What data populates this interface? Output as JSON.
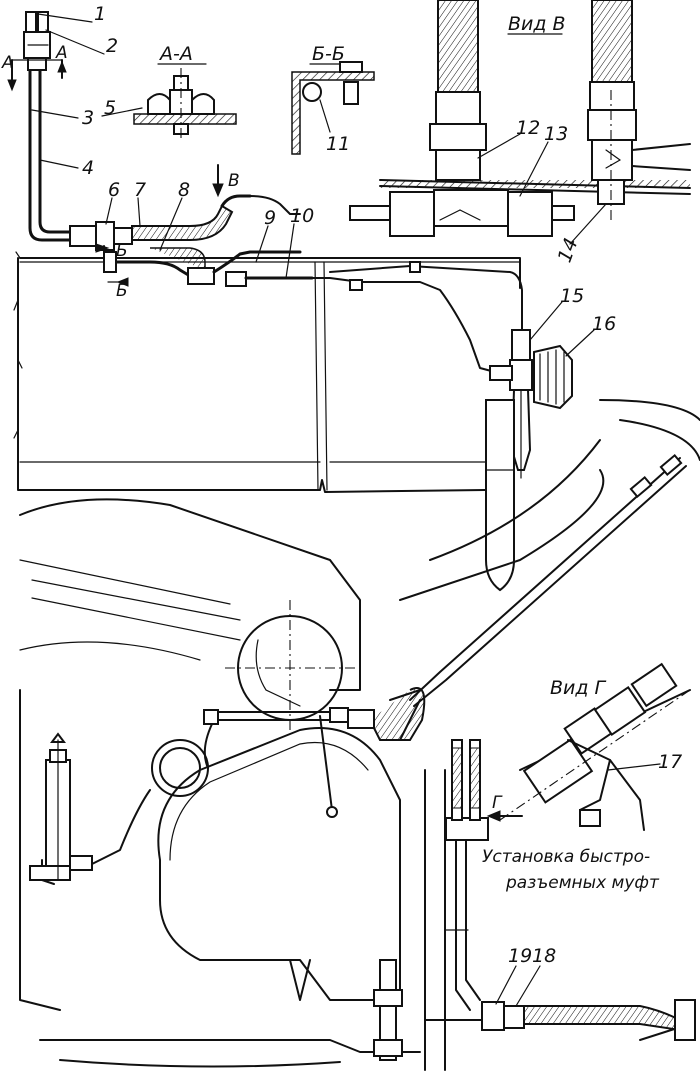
{
  "callouts": {
    "n1": "1",
    "n2": "2",
    "n3": "3",
    "n4": "4",
    "n5": "5",
    "n6": "6",
    "n7": "7",
    "n8": "8",
    "n9": "9",
    "n10": "10",
    "n11": "11",
    "n12": "12",
    "n13": "13",
    "n14": "14",
    "n15": "15",
    "n16": "16",
    "n17": "17",
    "n18": "18",
    "n19": "19"
  },
  "section_marks": {
    "a_left": "А",
    "a_right": "А",
    "b_top": "Б",
    "b_bottom": "Б",
    "v_arrow": "В",
    "g_arrow": "Г"
  },
  "section_titles": {
    "aa": "А-А",
    "bb": "Б-Б",
    "view_v": "Вид В",
    "view_g": "Вид Г"
  },
  "note": {
    "line1": "Установка быстро-",
    "line2": "разъемных муфт"
  },
  "colors": {
    "ink": "#111111",
    "paper": "#ffffff"
  }
}
